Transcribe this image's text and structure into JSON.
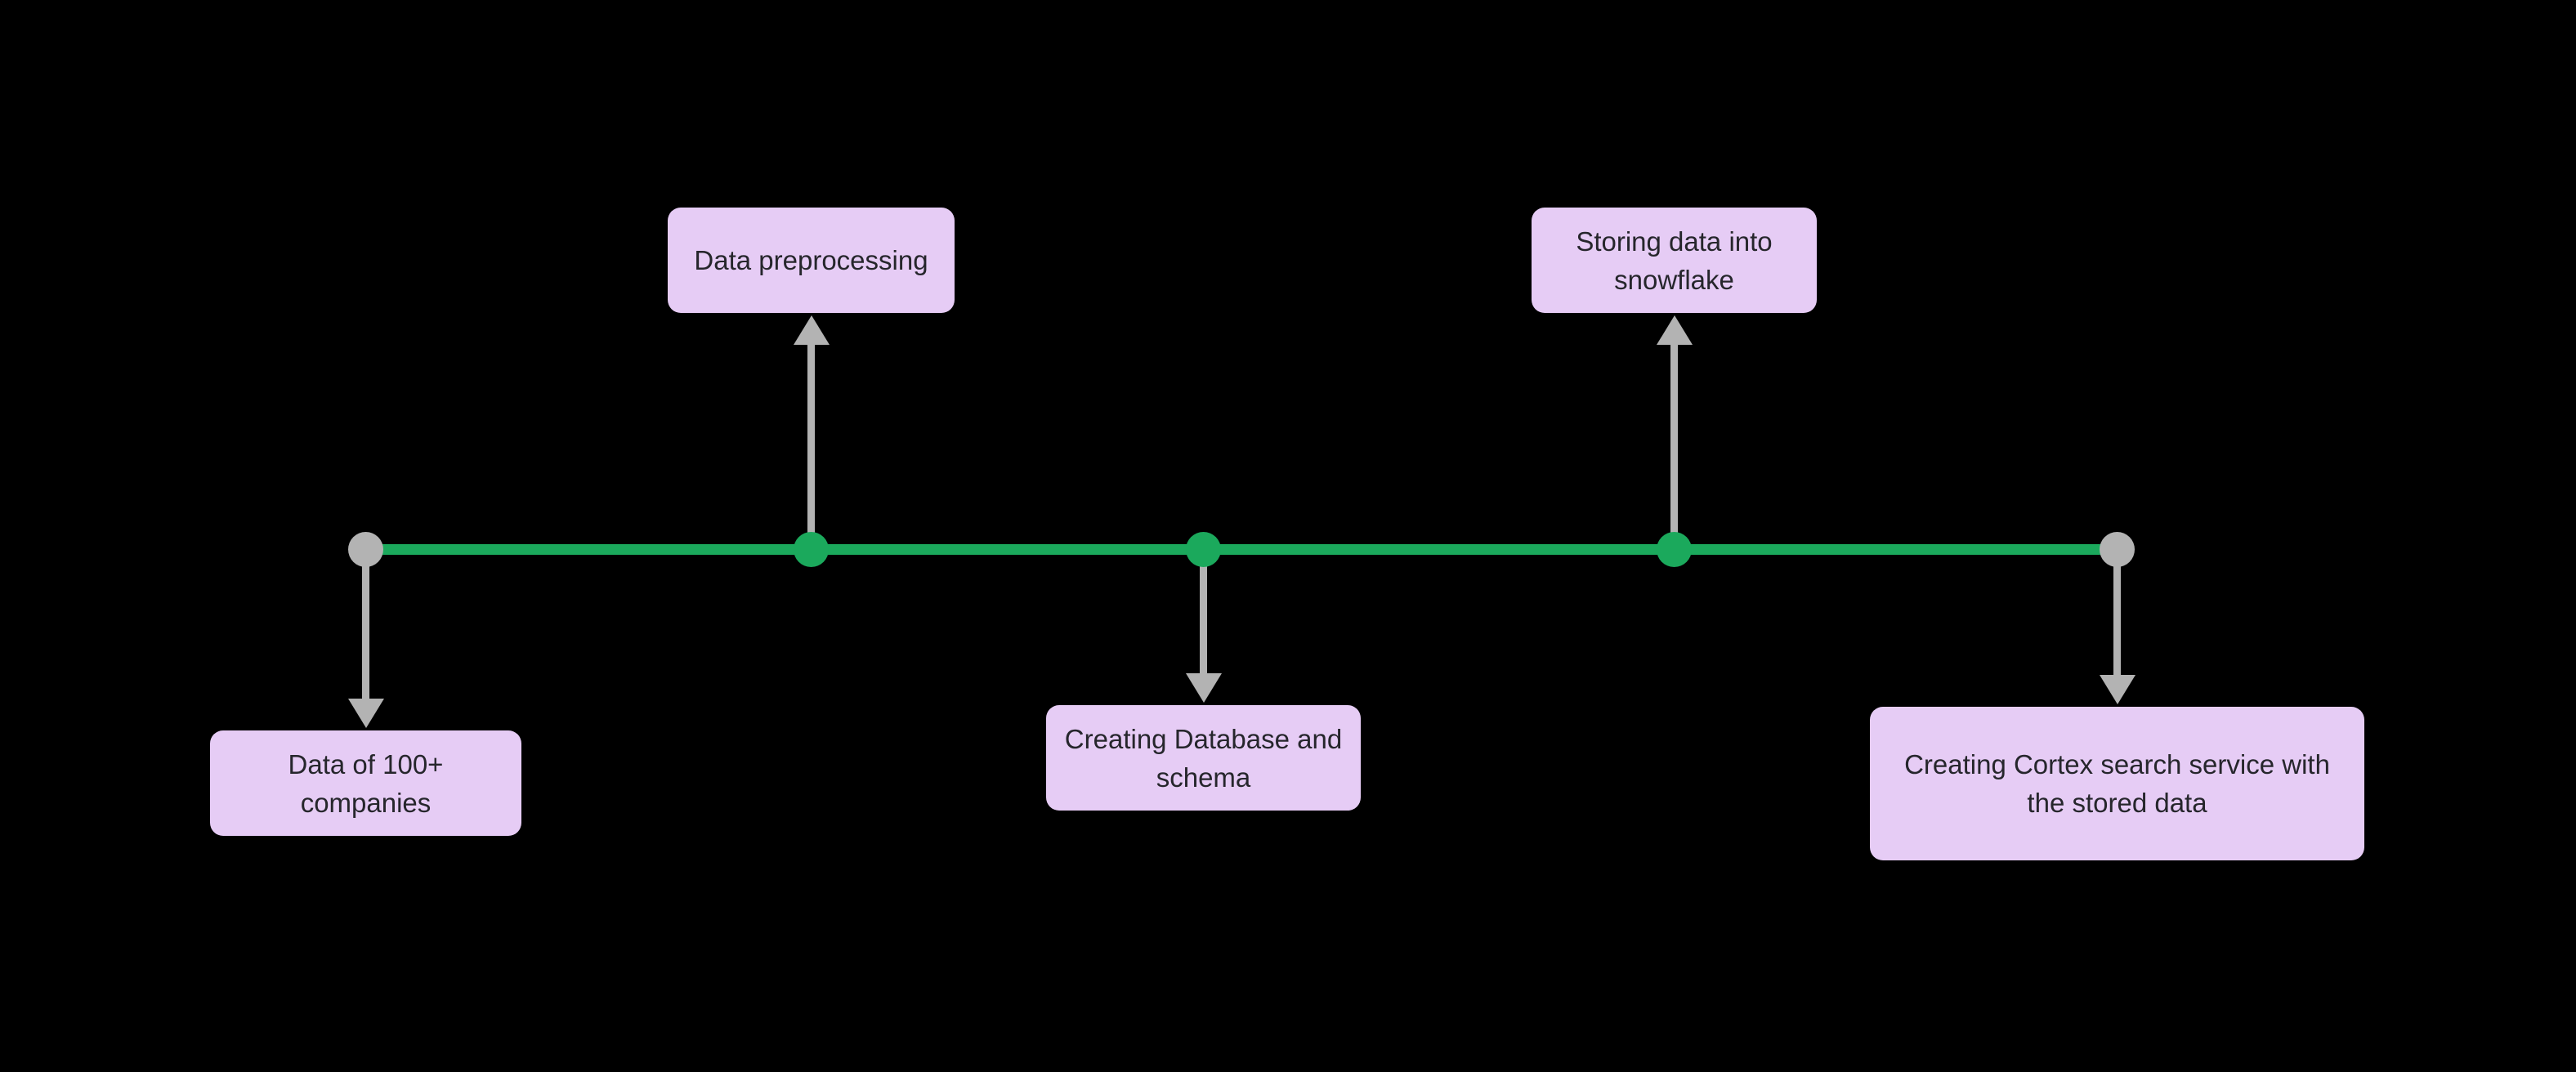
{
  "diagram": {
    "type": "timeline",
    "background_color": "#000000",
    "timeline_color": "#1ba95c",
    "connector_color": "#b3b3b3",
    "dot_colors": {
      "green": "#1ba95c",
      "gray": "#b3b3b3"
    },
    "node_fill_color": "#e6ccf5",
    "node_text_color": "#26262c",
    "milestones": [
      {
        "label": "Data of 100+ companies",
        "side": "below",
        "dot": "gray",
        "lines": [
          "Data of 100+",
          "companies"
        ]
      },
      {
        "label": "Data preprocessing",
        "side": "above",
        "dot": "green",
        "lines": [
          "Data preprocessing"
        ]
      },
      {
        "label": "Creating Database and schema",
        "side": "below",
        "dot": "green",
        "lines": [
          "Creating Database and",
          "schema"
        ]
      },
      {
        "label": "Storing data into snowflake",
        "side": "above",
        "dot": "green",
        "lines": [
          "Storing data into",
          "snowflake"
        ]
      },
      {
        "label": "Creating Cortex search service with the stored data",
        "side": "below",
        "dot": "gray",
        "lines": [
          "Creating Cortex search service with",
          "the stored data"
        ]
      }
    ]
  }
}
